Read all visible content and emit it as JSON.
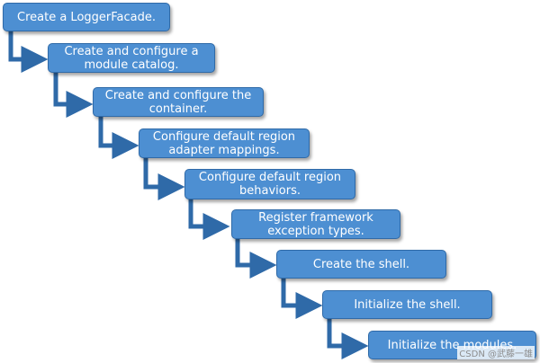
{
  "steps": [
    {
      "label": "Create a LoggerFacade."
    },
    {
      "label": "Create and configure a module catalog."
    },
    {
      "label": "Create and configure the container."
    },
    {
      "label": "Configure default region adapter mappings."
    },
    {
      "label": "Configure default region behaviors."
    },
    {
      "label": "Register framework exception types."
    },
    {
      "label": "Create the shell."
    },
    {
      "label": "Initialize the shell."
    },
    {
      "label": "Initialize the modules."
    }
  ],
  "watermark": "CSDN @武藤一雄",
  "colors": {
    "box_fill": "#4d8fd2",
    "box_border": "#2f6aa8",
    "arrow": "#2f6aa8",
    "text": "#ffffff"
  }
}
